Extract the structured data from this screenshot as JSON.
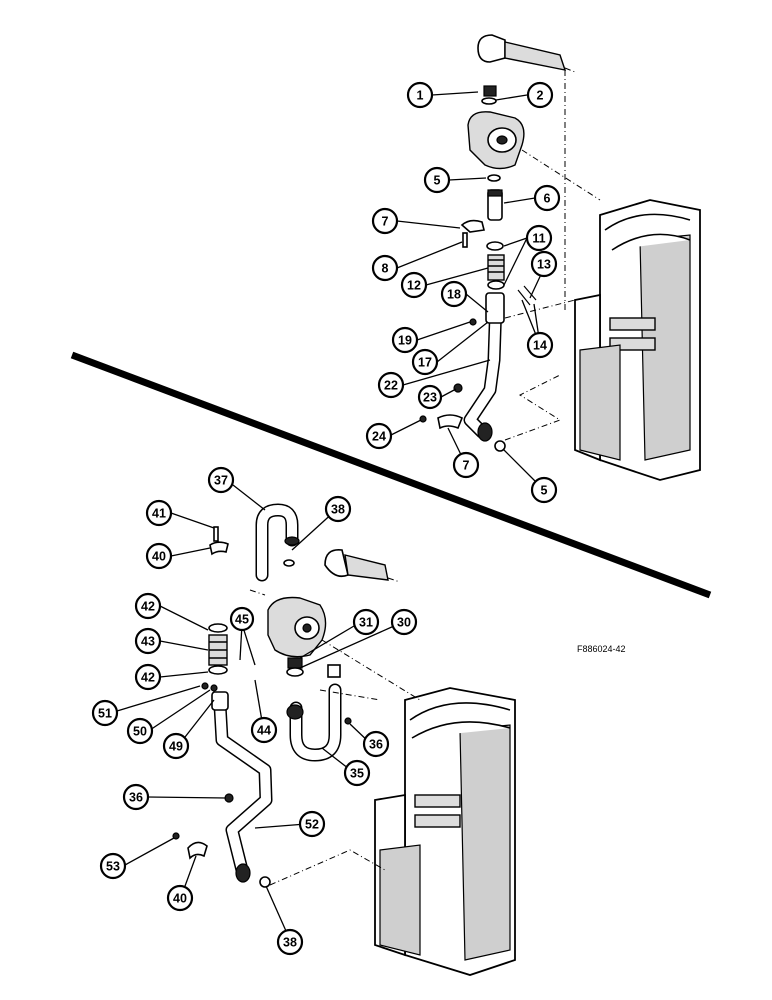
{
  "figure_id": "F886024-42",
  "upper_view": {
    "callouts": [
      "1",
      "2",
      "5",
      "6",
      "7",
      "8",
      "11",
      "12",
      "13",
      "18",
      "19",
      "17",
      "14",
      "22",
      "23",
      "24",
      "7",
      "5"
    ]
  },
  "lower_view": {
    "callouts": [
      "37",
      "38",
      "41",
      "40",
      "42",
      "45",
      "31",
      "30",
      "43",
      "42",
      "51",
      "50",
      "49",
      "44",
      "36",
      "35",
      "36",
      "52",
      "53",
      "40",
      "38"
    ]
  },
  "colors": {
    "ink": "#000000",
    "paper": "#ffffff",
    "shade": "#cfcfcf"
  }
}
